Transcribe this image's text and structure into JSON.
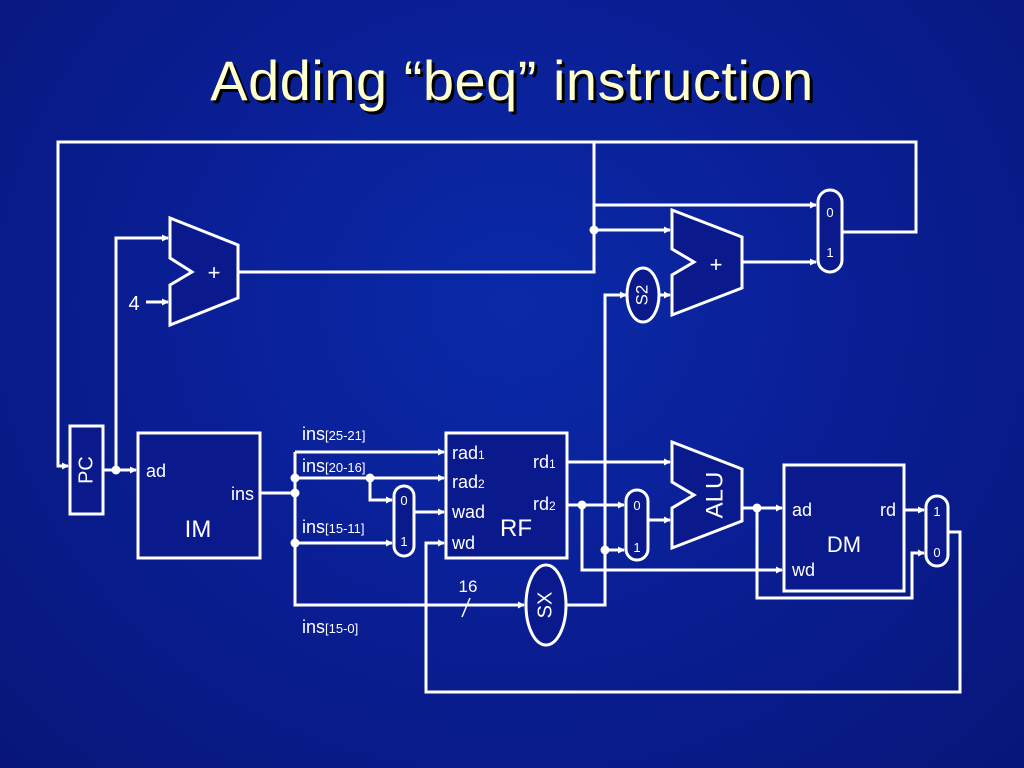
{
  "slide": {
    "title": "Adding “beq” instruction"
  },
  "diagram": {
    "pc": {
      "label": "PC"
    },
    "im": {
      "name": "IM",
      "port_ad": "ad",
      "port_ins": "ins"
    },
    "rf": {
      "name": "RF",
      "port_rad1": "rad",
      "port_rad1_sub": "1",
      "port_rad2": "rad",
      "port_rad2_sub": "2",
      "port_wad": "wad",
      "port_wd": "wd",
      "port_rd1": "rd",
      "port_rd1_sub": "1",
      "port_rd2": "rd",
      "port_rd2_sub": "2"
    },
    "dm": {
      "name": "DM",
      "port_ad": "ad",
      "port_wd": "wd",
      "port_rd": "rd"
    },
    "alu": {
      "label": "ALU"
    },
    "adder_pc": {
      "symbol": "+",
      "const": "4"
    },
    "adder_branch": {
      "symbol": "+"
    },
    "shifter": {
      "label": "S2"
    },
    "sign_ext": {
      "label": "SX",
      "width": "16",
      "slash": "/"
    },
    "mux_branch": {
      "in0": "0",
      "in1": "1"
    },
    "mux_wad": {
      "in0": "0",
      "in1": "1"
    },
    "mux_alu": {
      "in0": "0",
      "in1": "1"
    },
    "mux_wb": {
      "in0": "1",
      "in1": "0"
    },
    "fields": {
      "rs": {
        "base": "ins",
        "range": "[25-21]"
      },
      "rt": {
        "base": "ins",
        "range": "[20-16]"
      },
      "rd": {
        "base": "ins",
        "range": "[15-11]"
      },
      "imm": {
        "base": "ins",
        "range": "[15-0]"
      }
    }
  }
}
